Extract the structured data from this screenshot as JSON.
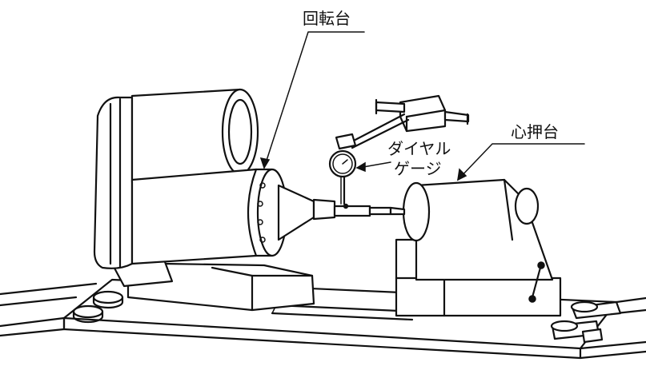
{
  "labels": {
    "rotary_table": "回転台",
    "dial_gauge_line1": "ダイヤル",
    "dial_gauge_line2": "ゲージ",
    "tailstock": "心押台"
  },
  "colors": {
    "ink": "#111111",
    "background": "#ffffff"
  }
}
